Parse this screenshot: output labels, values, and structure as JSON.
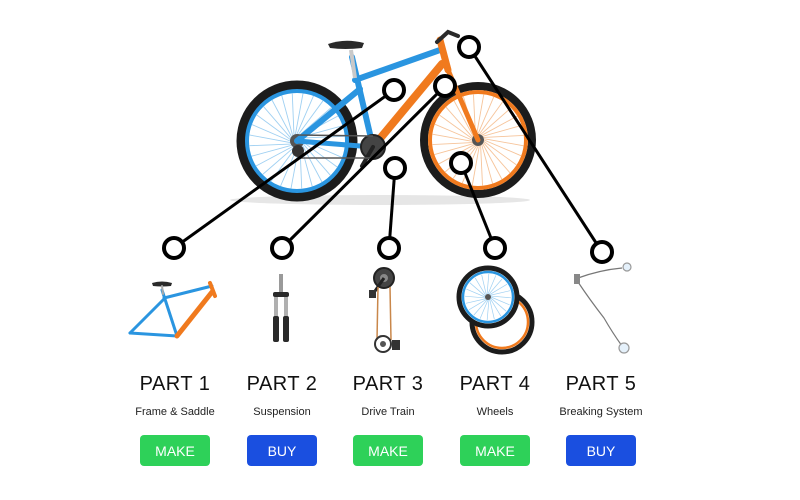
{
  "colors": {
    "blue": "#2a95e0",
    "orange": "#f07a1e",
    "make": "#2ed159",
    "buy": "#1a4fe0",
    "line": "#000000"
  },
  "parts": [
    {
      "title": "PART 1",
      "name": "Frame & Saddle",
      "action": "MAKE",
      "type": "make",
      "icon": "bike-frame-icon"
    },
    {
      "title": "PART 2",
      "name": "Suspension",
      "action": "BUY",
      "type": "buy",
      "icon": "suspension-fork-icon"
    },
    {
      "title": "PART 3",
      "name": "Drive Train",
      "action": "MAKE",
      "type": "make",
      "icon": "drive-train-icon"
    },
    {
      "title": "PART 4",
      "name": "Wheels",
      "action": "MAKE",
      "type": "make",
      "icon": "wheels-icon"
    },
    {
      "title": "PART 5",
      "name": "Breaking System",
      "action": "BUY",
      "type": "buy",
      "icon": "brake-system-icon"
    }
  ]
}
